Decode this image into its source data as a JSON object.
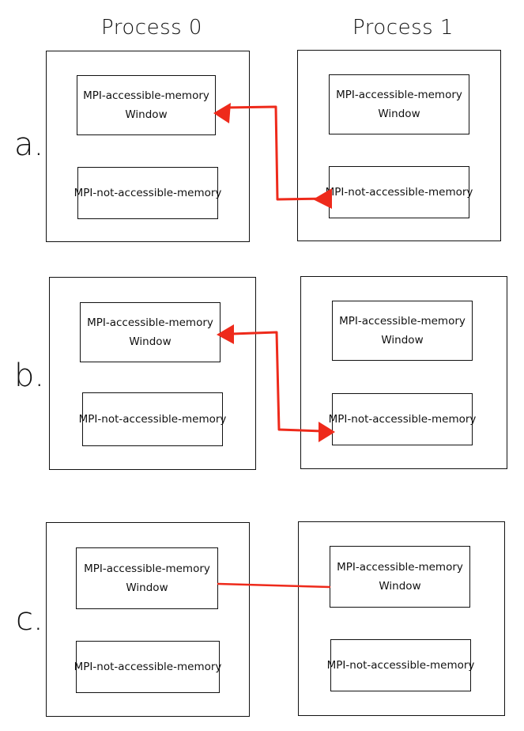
{
  "columns": {
    "process_0": "Process 0",
    "process_1": "Process 1"
  },
  "rows": [
    {
      "label": "a.",
      "process_0": {
        "window_top": "MPI-accessible-memory",
        "window_bottom": "Window",
        "not_accessible": "MPI-not-accessible-memory"
      },
      "process_1": {
        "window_top": "MPI-accessible-memory",
        "window_bottom": "Window",
        "not_accessible": "MPI-not-accessible-memory"
      }
    },
    {
      "label": "b.",
      "process_0": {
        "window_top": "MPI-accessible-memory",
        "window_bottom": "Window",
        "not_accessible": "MPI-not-accessible-memory"
      },
      "process_1": {
        "window_top": "MPI-accessible-memory",
        "window_bottom": "Window",
        "not_accessible": "MPI-not-accessible-memory"
      }
    },
    {
      "label": "c.",
      "process_0": {
        "window_top": "MPI-accessible-memory",
        "window_bottom": "Window",
        "not_accessible": "MPI-not-accessible-memory"
      },
      "process_1": {
        "window_top": "MPI-accessible-memory",
        "window_bottom": "Window",
        "not_accessible": "MPI-not-accessible-memory"
      }
    }
  ],
  "colors": {
    "arrow": "#ee2a1b",
    "stroke": "#111111"
  }
}
